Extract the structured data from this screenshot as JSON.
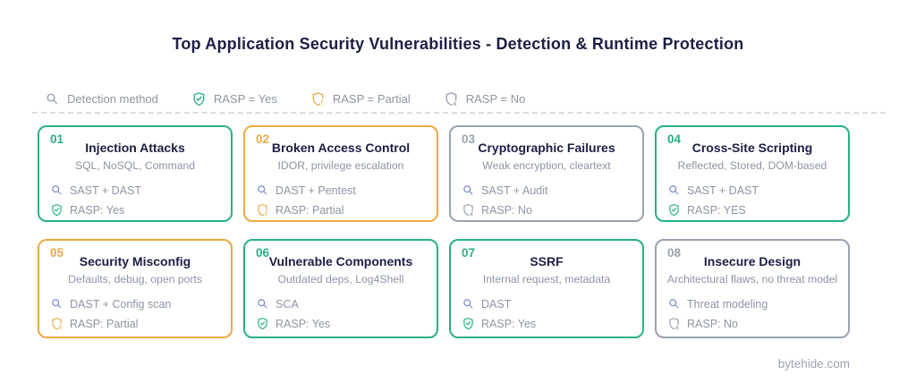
{
  "title": "Top Application Security Vulnerabilities - Detection & Runtime Protection",
  "legend": {
    "detection_label": "Detection method",
    "items": [
      {
        "label": "RASP = Yes",
        "status": "yes"
      },
      {
        "label": "RASP = Partial",
        "status": "partial"
      },
      {
        "label": "RASP = No",
        "status": "no"
      }
    ]
  },
  "colors": {
    "green": "#27b186",
    "orange": "#ecaa44",
    "slate": "#99a2ae",
    "navy": "#1b1f44",
    "muted": "#8c95a3",
    "detect": "#7588c9",
    "divider": "#d9dee6",
    "footer": "#9aa5b2"
  },
  "icons": {
    "magnifier": "search-icon",
    "shield_yes": "shield-check-icon",
    "shield_partial": "shield-exclamation-icon",
    "shield_no": "shield-x-icon"
  },
  "cards": [
    {
      "number": "01",
      "title": "Injection Attacks",
      "subtitle": "SQL, NoSQL, Command",
      "detection": "SAST + DAST",
      "rasp": "RASP: Yes",
      "status": "yes"
    },
    {
      "number": "02",
      "title": "Broken Access Control",
      "subtitle": "IDOR, privilege escalation",
      "detection": "DAST + Pentest",
      "rasp": "RASP: Partial",
      "status": "partial"
    },
    {
      "number": "03",
      "title": "Cryptographic Failures",
      "subtitle": "Weak encryption, cleartext",
      "detection": "SAST + Audit",
      "rasp": "RASP: No",
      "status": "no"
    },
    {
      "number": "04",
      "title": "Cross-Site Scripting",
      "subtitle": "Reflected, Stored, DOM-based",
      "detection": "SAST + DAST",
      "rasp": "RASP: YES",
      "status": "yes"
    },
    {
      "number": "05",
      "title": "Security Misconfig",
      "subtitle": "Defaults, debug, open ports",
      "detection": "DAST + Config scan",
      "rasp": "RASP: Partial",
      "status": "partial"
    },
    {
      "number": "06",
      "title": "Vulnerable Components",
      "subtitle": "Outdated deps, Log4Shell",
      "detection": "SCA",
      "rasp": "RASP: Yes",
      "status": "yes"
    },
    {
      "number": "07",
      "title": "SSRF",
      "subtitle": "Internal request, metadata",
      "detection": "DAST",
      "rasp": "RASP: Yes",
      "status": "yes"
    },
    {
      "number": "08",
      "title": "Insecure Design",
      "subtitle": "Architectural flaws, no threat model",
      "detection": "Threat modeling",
      "rasp": "RASP: No",
      "status": "no"
    }
  ],
  "footer": "bytehide.com"
}
